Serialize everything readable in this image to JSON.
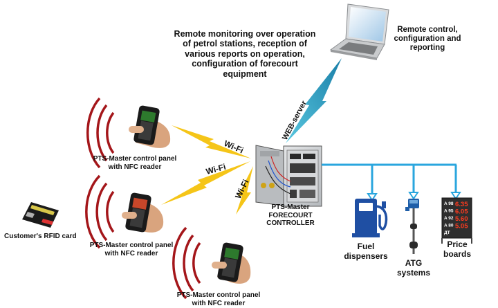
{
  "caption_remote_monitoring": "Remote monitoring over operation of petrol stations, reception of various reports on operation, configuration of forecourt equipment",
  "caption_remote_control": "Remote control, configuration and reporting",
  "link_web_server": "WEB-server",
  "link_wifi": "Wi-Fi",
  "panel_label": "PTS-Master control panel with NFC reader",
  "rfid_card_label": "Customer's RFID card",
  "controller_label": "PTS-Master FORECOURT CONTROLLER",
  "fuel_dispensers_label": "Fuel dispensers",
  "atg_label": "ATG systems",
  "price_boards_label": "Price boards",
  "price_board": {
    "grades": [
      "A 98",
      "A 95",
      "A 92",
      "A 80",
      "ДТ"
    ],
    "prices": [
      "6.35",
      "6.05",
      "5.60",
      "5.05"
    ]
  },
  "colors": {
    "wifi": "#f5c518",
    "web_link": "#2aa6c8",
    "bus": "#2aa6de",
    "nfc_waves": "#a4161a",
    "dispenser": "#1f4fa3",
    "price_digits": "#ff3b1f"
  }
}
